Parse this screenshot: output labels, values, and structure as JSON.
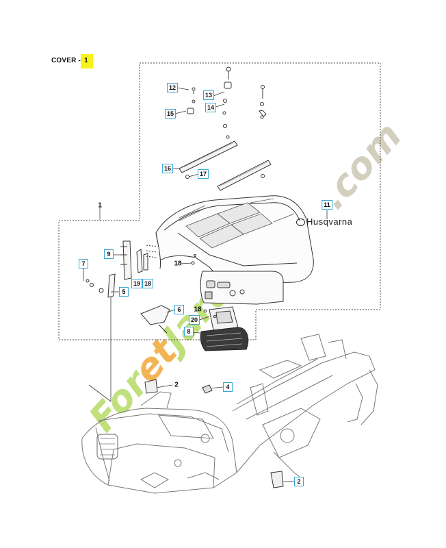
{
  "header": {
    "title": "COVER",
    "separator": "-",
    "page_number": "1"
  },
  "brand_label": "Husqvarna",
  "watermark": {
    "text_green": "For",
    "text_orange": "et",
    "text_green2": "Jardin",
    "text_grey": ".com",
    "colors": {
      "green": "#b9dd72",
      "orange": "#f3b455",
      "grey": "#cdc8b6"
    }
  },
  "callouts": {
    "c12": "12",
    "c13": "13",
    "c14": "14",
    "c15": "15",
    "c16": "16",
    "c17": "17",
    "c11": "11",
    "c9": "9",
    "c7": "7",
    "c5": "5",
    "c19": "19",
    "c18box": "18",
    "c6": "6",
    "c20": "20",
    "c8": "8",
    "c4": "4",
    "c2b": "2"
  },
  "plain_labels": {
    "p1": "1",
    "p18a": "18",
    "p18b": "18",
    "p2": "2"
  },
  "colors": {
    "highlight": "#f7f21a",
    "callout_border": "#39a7d4",
    "line": "#333333"
  }
}
